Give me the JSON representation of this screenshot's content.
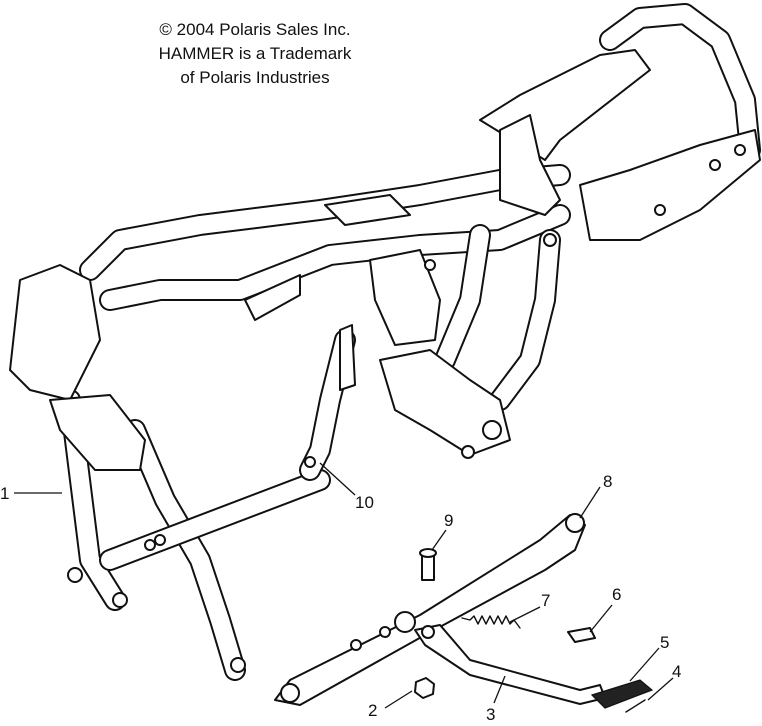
{
  "notice": {
    "line1": "© 2004 Polaris Sales Inc.",
    "line2": "HAMMER is a Trademark",
    "line3": "of Polaris Industries"
  },
  "callouts": [
    {
      "id": "1",
      "part": "frame"
    },
    {
      "id": "2",
      "part": "nut"
    },
    {
      "id": "3",
      "part": "kickstand-leg"
    },
    {
      "id": "4",
      "part": "screw"
    },
    {
      "id": "5",
      "part": "kickstand-foot-pad"
    },
    {
      "id": "6",
      "part": "clip"
    },
    {
      "id": "7",
      "part": "spring"
    },
    {
      "id": "8",
      "part": "kickstand-bracket"
    },
    {
      "id": "9",
      "part": "bolt"
    },
    {
      "id": "10",
      "part": "frame-rail"
    }
  ]
}
